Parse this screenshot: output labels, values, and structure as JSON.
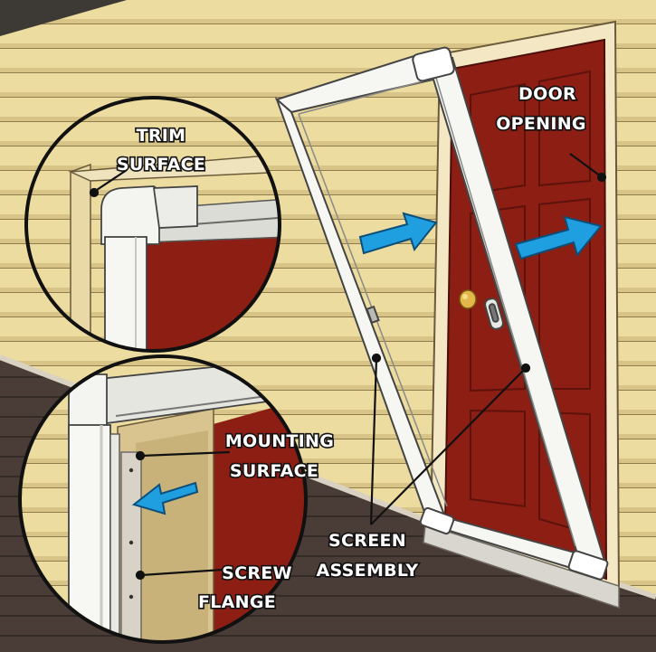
{
  "labels": {
    "door_opening": [
      "DOOR",
      "OPENING"
    ],
    "trim_surface": [
      "TRIM",
      "SURFACE"
    ],
    "mounting_surface": [
      "MOUNTING",
      "SURFACE"
    ],
    "screen_assembly": [
      "SCREEN",
      "ASSEMBLY"
    ],
    "screw_flange": [
      "SCREW",
      "FLANGE"
    ]
  },
  "colors": {
    "siding": "#eddca0",
    "siding_line": "#8f7c4c",
    "door": "#8c1e14",
    "frame": "#f6f6f2",
    "arrow": "#1f9fe0",
    "deck": "#4a3c36",
    "knob": "#e2b84a"
  },
  "icons": [
    "right-arrow-icon",
    "left-arrow-icon"
  ]
}
